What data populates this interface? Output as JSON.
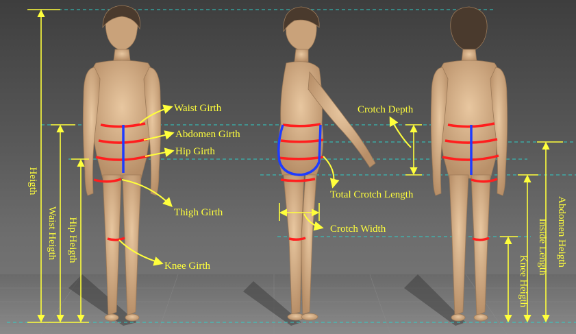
{
  "colors": {
    "annotation": "#ffff3c",
    "guide_line": "#2ecfc8",
    "girth_line": "#ff1e1e",
    "crotch_line": "#1e3cff",
    "skin": "#d9b58f",
    "background": "#555555"
  },
  "labels": {
    "waist_girth": "Waist Girth",
    "abdomen_girth": "Abdomen Girth",
    "hip_girth": "Hip Girth",
    "thigh_girth": "Thigh Girth",
    "knee_girth": "Knee Girth",
    "crotch_depth": "Crotch Depth",
    "total_crotch_length": "Total Crotch Length",
    "crotch_width": "Crotch Width",
    "height": "Heigth",
    "waist_height": "Waist Heigth",
    "hip_height": "Hip Heigth",
    "abdomen_height": "Abdomen Heigth",
    "inside_length": "Inside Length",
    "knee_height": "Knee Heigth"
  }
}
